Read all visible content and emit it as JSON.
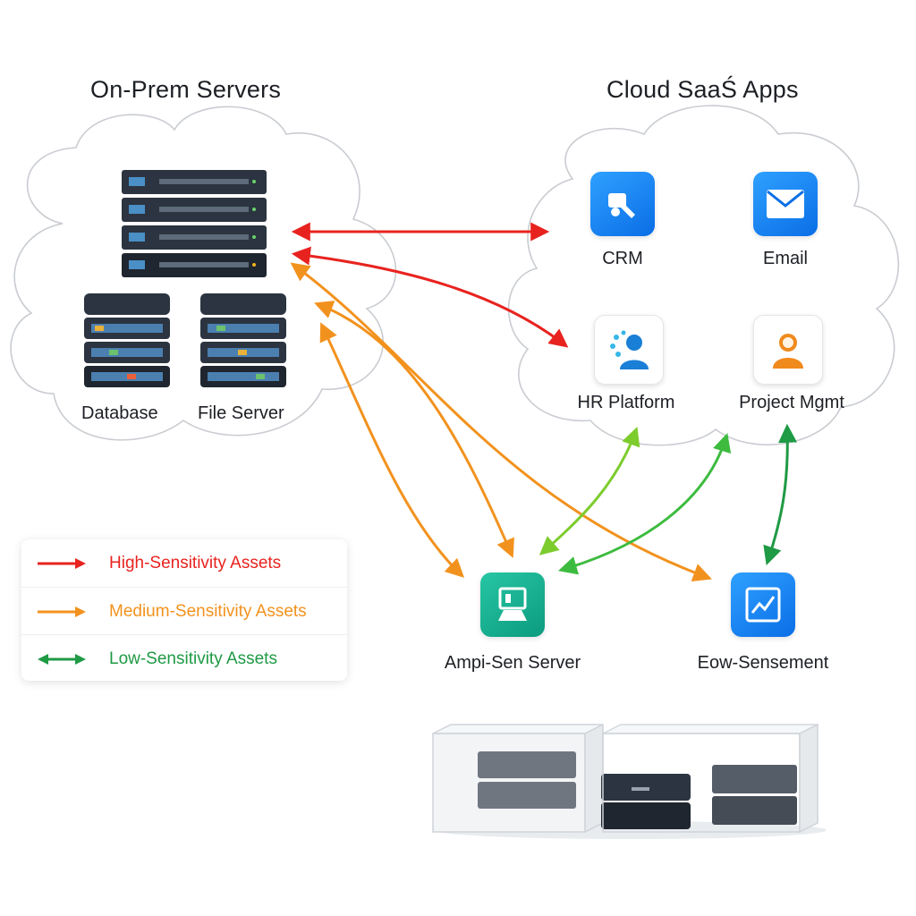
{
  "groups": {
    "onprem": {
      "title": "On-Prem Servers"
    },
    "cloud": {
      "title": "Cloud SaaŚ Apps"
    }
  },
  "nodes": {
    "database": {
      "label": "Database",
      "icon": "database-icon"
    },
    "file_server": {
      "label": "File Server",
      "icon": "file-server-icon"
    },
    "server_rack": {
      "icon": "server-rack-icon"
    },
    "crm": {
      "label": "CRM",
      "icon": "crm-icon"
    },
    "email": {
      "label": "Email",
      "icon": "email-icon"
    },
    "hr_platform": {
      "label": "HR Platform",
      "icon": "hr-platform-icon"
    },
    "project_mgmt": {
      "label": "Project Mgmt",
      "icon": "project-mgmt-icon"
    },
    "api_server": {
      "label": "Ampi-Sen Server",
      "icon": "api-server-icon"
    },
    "low_sens": {
      "label": "Eow-Sensement",
      "icon": "analytics-icon"
    },
    "storage": {
      "icon": "storage-boxes-icon"
    }
  },
  "legend": {
    "items": [
      {
        "label": "High-Sensitivity Assets",
        "color": "#e8231f"
      },
      {
        "label": "Medium-Sensitivity Assets",
        "color": "#f2921e"
      },
      {
        "label": "Low-Sensitivity Assets",
        "color": "#1f9a45"
      }
    ]
  },
  "colors": {
    "high": "#e8231f",
    "medium": "#f2921e",
    "low_dark": "#1f9a45",
    "low_light": "#7dcc2e",
    "low_mid": "#3dbb3f"
  }
}
